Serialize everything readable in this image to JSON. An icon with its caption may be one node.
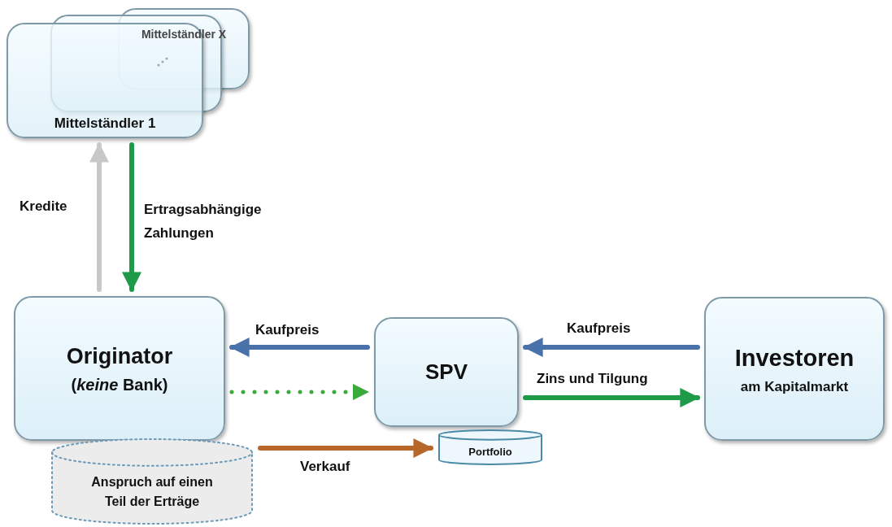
{
  "diagram": {
    "nodes": [
      {
        "text": [
          "Mittelständler X"
        ]
      },
      {
        "text": [],
        "shape": "box"
      },
      {
        "text": [
          "Mittelständler 1"
        ]
      },
      {
        "text": [
          "Originator",
          "(*keine* Bank)"
        ]
      },
      {
        "text": [
          "Anspruch auf einen Teil der Erträge"
        ]
      },
      {
        "text": [
          "SPV"
        ]
      },
      {
        "text": [
          "Portfolio"
        ]
      },
      {
        "text": [
          "Investoren",
          "am Kapitalmarkt"
        ]
      }
    ],
    "edges": [
      {
        "from": 3,
        "to": 2,
        "arrow": "to",
        "label": "Kredite",
        "color": "#c8c8c8"
      },
      {
        "from": 2,
        "to": 3,
        "arrow": "to",
        "label": "Ertragsabhängige Zahlungen",
        "color": "#1e9a48"
      },
      {
        "from": 5,
        "to": 3,
        "arrow": "to",
        "label": "Kaufpreis",
        "color": "#4a72aa"
      },
      {
        "from": 3,
        "to": 5,
        "arrow": "to",
        "style": "dashed",
        "color": "#3aaa3a"
      },
      {
        "from": 7,
        "to": 5,
        "arrow": "to",
        "label": "Kaufpreis",
        "color": "#4a72aa"
      },
      {
        "from": 5,
        "to": 7,
        "arrow": "to",
        "label": "Zins und Tilgung",
        "color": "#1e9a48"
      },
      {
        "from": 4,
        "to": 6,
        "arrow": "to",
        "label": "Verkauf",
        "color": "#b8672a"
      }
    ]
  }
}
